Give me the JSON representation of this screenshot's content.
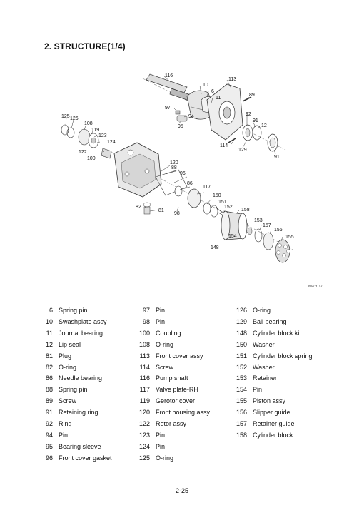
{
  "heading": "2. STRUCTURE(1/4)",
  "figure_code": "8007HT47",
  "callouts": [
    "116",
    "113",
    "10",
    "6",
    "11",
    "89",
    "97",
    "94",
    "95",
    "92",
    "91",
    "12",
    "114",
    "129",
    "91",
    "125",
    "126",
    "108",
    "119",
    "123",
    "124",
    "122",
    "100",
    "120",
    "88",
    "96",
    "86",
    "117",
    "82",
    "81",
    "98",
    "150",
    "151",
    "152",
    "158",
    "153",
    "157",
    "156",
    "155",
    "154",
    "148"
  ],
  "parts": [
    [
      {
        "no": "6",
        "name": "Spring pin"
      },
      {
        "no": "10",
        "name": "Swashplate assy"
      },
      {
        "no": "11",
        "name": "Journal bearing"
      },
      {
        "no": "12",
        "name": "Lip seal"
      },
      {
        "no": "81",
        "name": "Plug"
      },
      {
        "no": "82",
        "name": "O-ring"
      },
      {
        "no": "86",
        "name": "Needle bearing"
      },
      {
        "no": "88",
        "name": "Spring pin"
      },
      {
        "no": "89",
        "name": "Screw"
      },
      {
        "no": "91",
        "name": "Retaining ring"
      },
      {
        "no": "92",
        "name": "Ring"
      },
      {
        "no": "94",
        "name": "Pin"
      },
      {
        "no": "95",
        "name": "Bearing sleeve"
      },
      {
        "no": "96",
        "name": "Front cover gasket"
      }
    ],
    [
      {
        "no": "97",
        "name": "Pin"
      },
      {
        "no": "98",
        "name": "Pin"
      },
      {
        "no": "100",
        "name": "Coupling"
      },
      {
        "no": "108",
        "name": "O-ring"
      },
      {
        "no": "113",
        "name": "Front cover assy"
      },
      {
        "no": "114",
        "name": "Screw"
      },
      {
        "no": "116",
        "name": "Pump shaft"
      },
      {
        "no": "117",
        "name": "Valve plate-RH"
      },
      {
        "no": "119",
        "name": "Gerotor cover"
      },
      {
        "no": "120",
        "name": "Front housing assy"
      },
      {
        "no": "122",
        "name": "Rotor assy"
      },
      {
        "no": "123",
        "name": "Pin"
      },
      {
        "no": "124",
        "name": "Pin"
      },
      {
        "no": "125",
        "name": "O-ring"
      }
    ],
    [
      {
        "no": "126",
        "name": "O-ring"
      },
      {
        "no": "129",
        "name": "Ball bearing"
      },
      {
        "no": "148",
        "name": "Cylinder block kit"
      },
      {
        "no": "150",
        "name": "Washer"
      },
      {
        "no": "151",
        "name": "Cylinder block spring"
      },
      {
        "no": "152",
        "name": "Washer"
      },
      {
        "no": "153",
        "name": "Retainer"
      },
      {
        "no": "154",
        "name": "Pin"
      },
      {
        "no": "155",
        "name": "Piston assy"
      },
      {
        "no": "156",
        "name": "Slipper guide"
      },
      {
        "no": "157",
        "name": "Retainer guide"
      },
      {
        "no": "158",
        "name": "Cylinder block"
      }
    ]
  ],
  "page_number": "2-25"
}
